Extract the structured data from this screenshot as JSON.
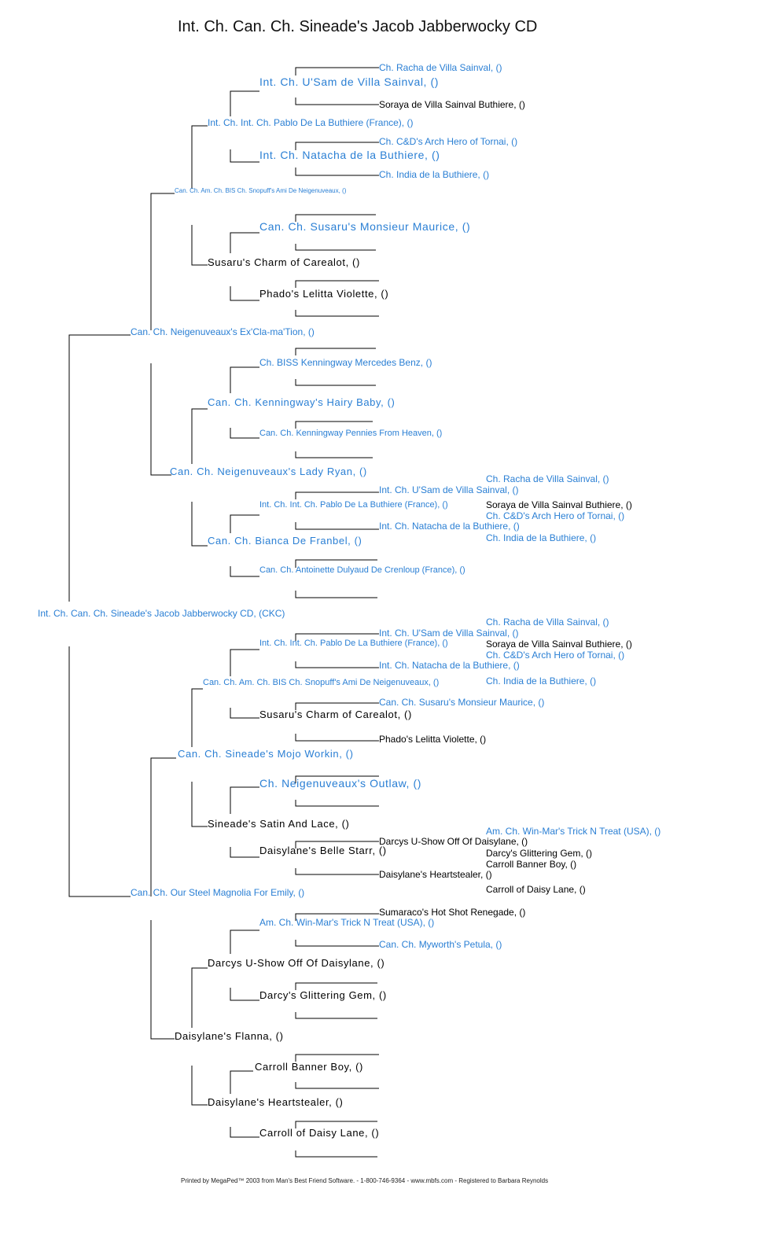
{
  "title": "Int. Ch. Can. Ch. Sineade's Jacob Jabberwocky CD",
  "subject": "Int. Ch. Can. Ch. Sineade's Jacob Jabberwocky CD, (CKC)",
  "sire": "Can. Ch. Neigenuveaux's Ex'Cla-ma'Tion, ()",
  "dam": "Can. Ch. Our Steel Magnolia For Emily, ()",
  "ss": "Can. Ch. Am. Ch. BIS Ch. Snopuff's Ami De Neigenuveaux, ()",
  "sd": "Can. Ch. Neigenuveaux's Lady Ryan, ()",
  "ds": "Can. Ch. Sineade's Mojo Workin, ()",
  "dd": "Daisylane's Flanna, ()",
  "sss": "Int. Ch. Int. Ch. Pablo De La Buthiere (France), ()",
  "ssd": "Susaru's Charm of Carealot, ()",
  "sds": "Can. Ch. Kenningway's Hairy Baby, ()",
  "sdd": "Can. Ch. Bianca De Franbel, ()",
  "dss": "Can. Ch. Am. Ch. BIS Ch. Snopuff's Ami De Neigenuveaux, ()",
  "dsd": "Sineade's Satin And Lace, ()",
  "dds": "Darcys U-Show Off Of Daisylane, ()",
  "ddd": "Daisylane's Heartstealer, ()",
  "ssss": "Int. Ch. U'Sam de Villa Sainval, ()",
  "sssd": "Int. Ch. Natacha de la Buthiere, ()",
  "ssds": "Can. Ch. Susaru's Monsieur Maurice, ()",
  "ssdd": "Phado's Lelitta Violette, ()",
  "sdss": "Ch. BISS Kenningway Mercedes Benz, ()",
  "sdsd": "Can. Ch. Kenningway Pennies From Heaven, ()",
  "sdds": "Int. Ch. Int. Ch. Pablo De La Buthiere (France), ()",
  "sddd": "Can. Ch. Antoinette Dulyaud De Crenloup (France), ()",
  "dsss": "Int. Ch. Int. Ch. Pablo De La Buthiere (France), ()",
  "dssd": "Susaru's Charm of Carealot, ()",
  "dsds": "Ch. Neigenuveaux's Outlaw, ()",
  "dsdd": "Daisylane's Belle Starr, ()",
  "ddss": "Am. Ch. Win-Mar's Trick N Treat (USA), ()",
  "ddsd": "Darcy's Glittering Gem, ()",
  "ddds": "Carroll Banner Boy, ()",
  "dddd": "Carroll of Daisy Lane, ()",
  "g5": {
    "a1": "Ch. Racha de Villa Sainval, ()",
    "a2": "Soraya de Villa Sainval Buthiere, ()",
    "a3": "Ch. C&D's Arch Hero of Tornai, ()",
    "a4": "Ch. India de la Buthiere, ()",
    "b1": "Int. Ch. U'Sam de Villa Sainval, ()",
    "b2": "Int. Ch. Natacha de la Buthiere, ()",
    "c1": "Int. Ch. U'Sam de Villa Sainval, ()",
    "c2": "Int. Ch. Natacha de la Buthiere, ()",
    "c3": "Can. Ch. Susaru's Monsieur Maurice, ()",
    "c4": "Phado's Lelitta Violette, ()",
    "d1": "Darcys U-Show Off Of Daisylane, ()",
    "d2": "Daisylane's Heartstealer, ()",
    "e1": "Sumaraco's Hot Shot Renegade, ()",
    "e2": "Can. Ch. Myworth's Petula, ()"
  },
  "g6": {
    "sd1": "Ch. Racha de Villa Sainval, ()",
    "sd2": "Soraya de Villa Sainval Buthiere, ()",
    "sd3": "Ch. C&D's Arch Hero of Tornai, ()",
    "sd4": "Ch. India de la Buthiere, ()",
    "ds1": "Ch. Racha de Villa Sainval, ()",
    "ds2": "Soraya de Villa Sainval Buthiere, ()",
    "ds3": "Ch. C&D's Arch Hero of Tornai, ()",
    "ds4": "Ch. India de la Buthiere, ()",
    "dd1": "Am. Ch. Win-Mar's Trick N Treat (USA), ()",
    "dd2": "Darcy's Glittering Gem, ()",
    "dd3": "Carroll Banner Boy, ()",
    "dd4": "Carroll of Daisy Lane, ()"
  },
  "footer": "Printed by MegaPed™ 2003 from Man's Best Friend Software. - 1-800-746-9364 - www.mbfs.com - Registered to Barbara Reynolds",
  "colors": {
    "registered": "#2a7fd4",
    "plain": "#000000",
    "lines": "#000000"
  }
}
